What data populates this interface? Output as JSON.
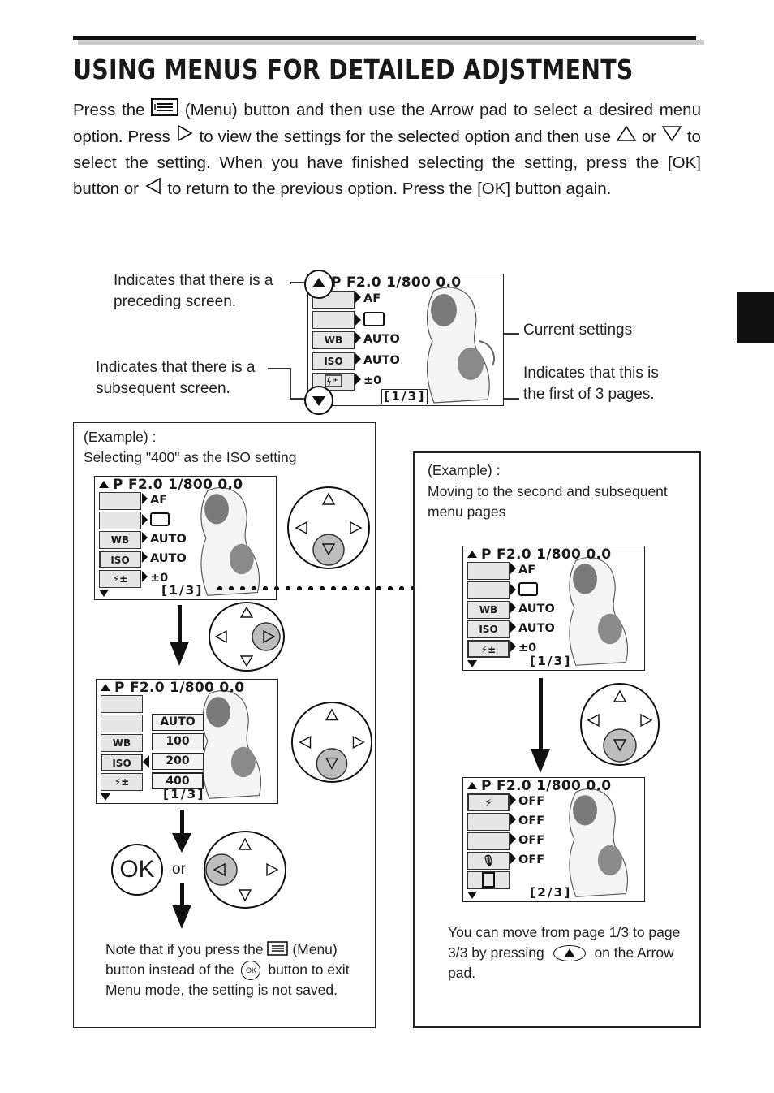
{
  "title": "USING MENUS FOR DETAILED ADJSTMENTS",
  "intro": {
    "p1": "Press the",
    "p2": "(Menu) button and then use the Arrow pad to select a desired menu option. Press",
    "p3": "to view the settings for the selected option and then use",
    "p4": "or",
    "p5": "to select the setting. When you have finished selecting the setting, press the [OK] button or",
    "p6": "to return to the previous option. Press the [OK] button again."
  },
  "callouts": {
    "preceding": "Indicates that there is a preceding screen.",
    "subsequent": "Indicates that there is a subsequent screen.",
    "current": "Current settings",
    "first_page": "Indicates that this is the first of 3 pages."
  },
  "lcd": {
    "header": "P F2.0  1/800   0.0",
    "rows": [
      {
        "cell": "",
        "value": "AF"
      },
      {
        "cell": "",
        "value": ""
      },
      {
        "cell": "WB",
        "value": "AUTO"
      },
      {
        "cell": "ISO",
        "value": "AUTO"
      },
      {
        "cell": "",
        "value": "±0"
      }
    ],
    "page1": "[1/3]",
    "page2": "[2/3]",
    "iso_options": [
      "AUTO",
      "100",
      "200",
      "400"
    ],
    "page2_values": [
      "OFF",
      "OFF",
      "OFF",
      "OFF"
    ]
  },
  "example1": {
    "heading": "(Example) :",
    "text": "Selecting \"400\" as the ISO setting",
    "or": "or",
    "ok": "OK",
    "note_a": "Note that if you press the",
    "note_b": "(Menu) button instead of the",
    "note_c": "button to exit Menu mode, the setting is not saved."
  },
  "example2": {
    "heading": "(Example) :",
    "text": "Moving to the second and subsequent menu pages",
    "note_a": "You can move from page 1/3 to page 3/3 by pressing",
    "note_b": "on the Arrow pad."
  },
  "colors": {
    "ink": "#111111",
    "pad_fill": "#bdbdbd"
  }
}
